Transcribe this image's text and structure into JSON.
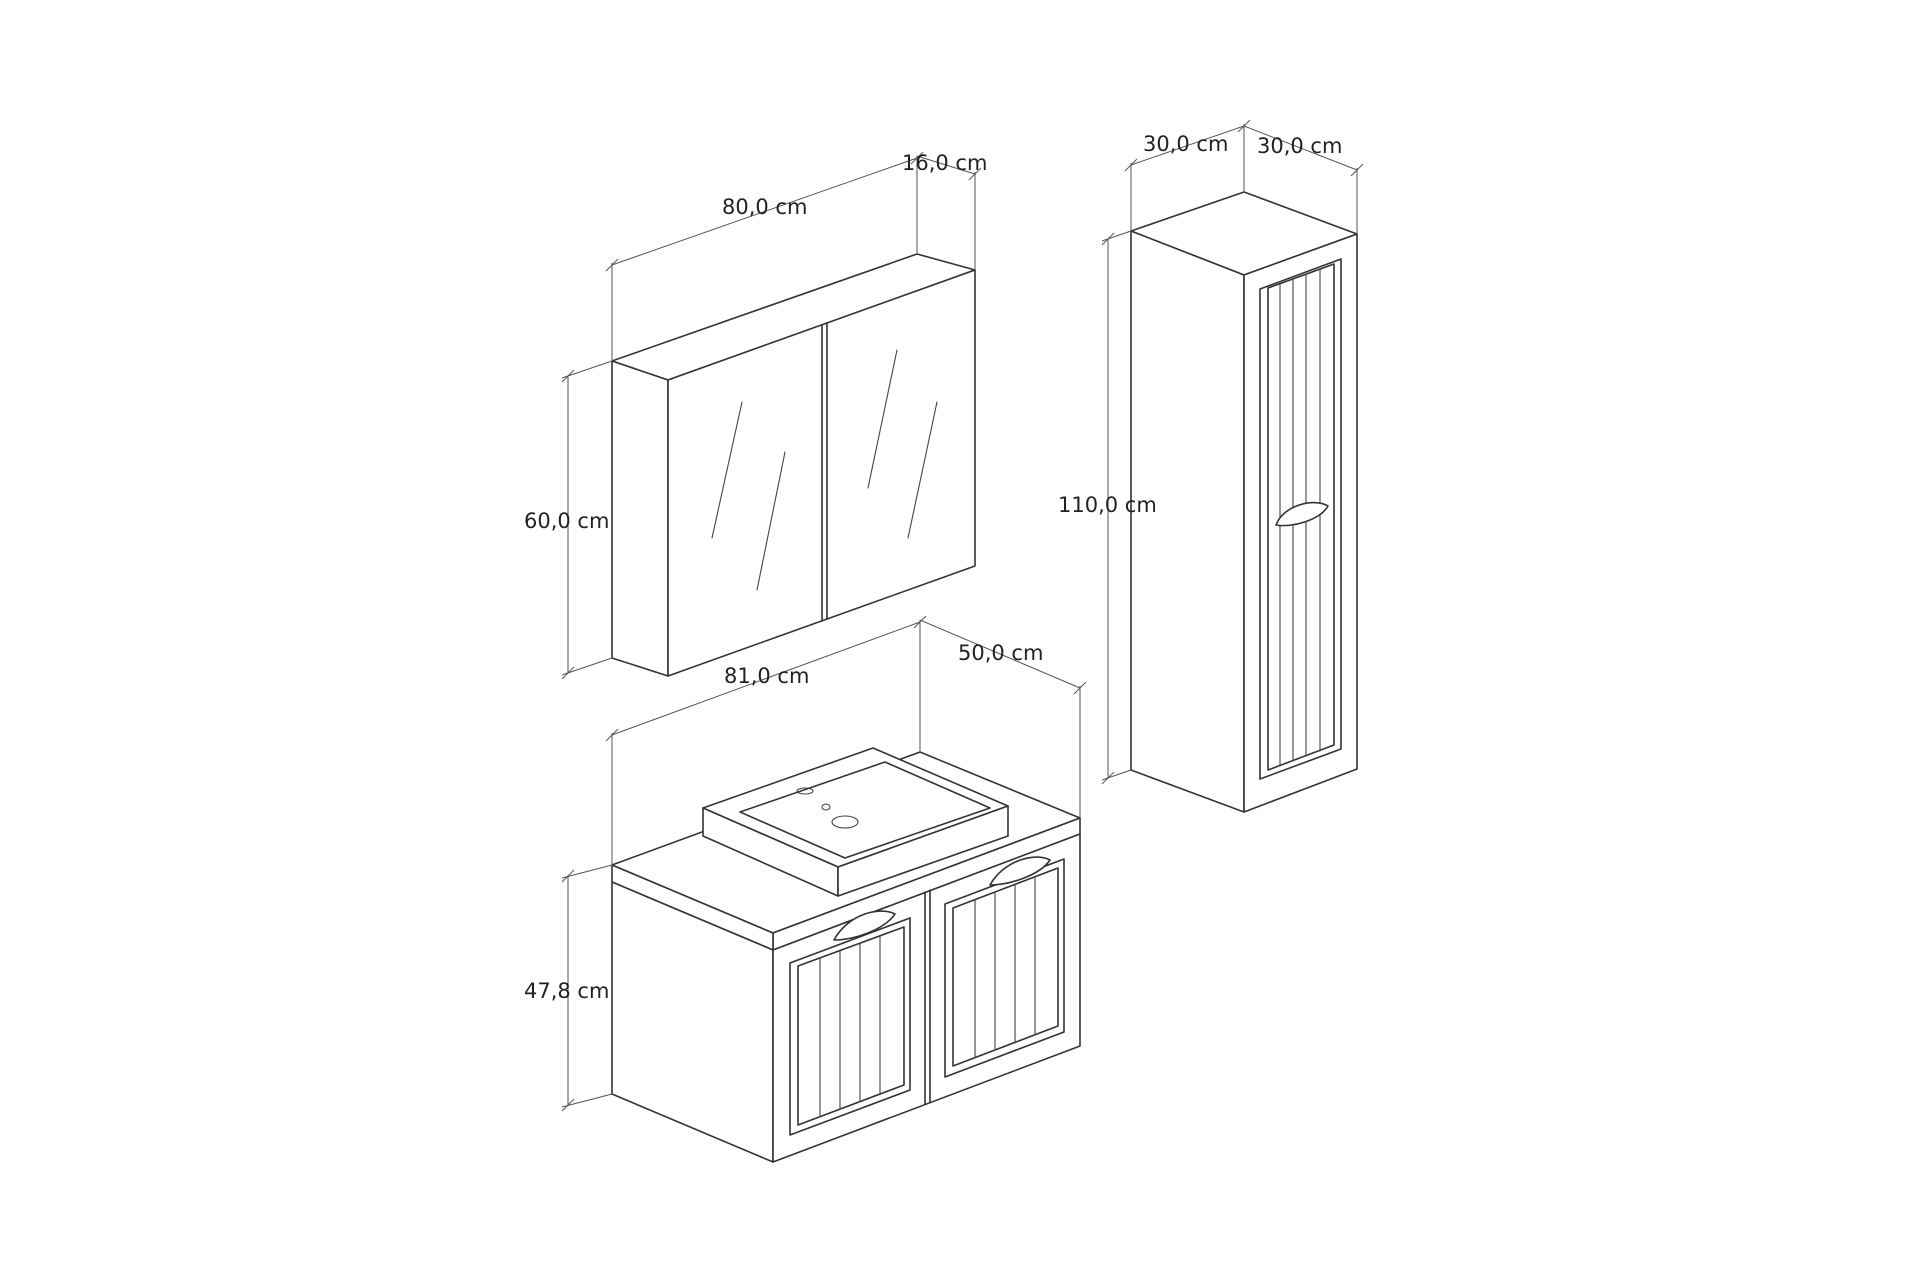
{
  "diagram": {
    "colors": {
      "line": "#333333",
      "dimension": "#555555",
      "text": "#222222",
      "background": "#ffffff"
    },
    "mirror_cabinet": {
      "width_label": "80,0 cm",
      "depth_label": "16,0 cm",
      "height_label": "60,0 cm"
    },
    "tall_cabinet": {
      "width_label": "30,0 cm",
      "depth_label": "30,0 cm",
      "height_label": "110,0 cm"
    },
    "vanity": {
      "width_label": "81,0 cm",
      "depth_label": "50,0 cm",
      "height_label": "47,8 cm"
    }
  }
}
